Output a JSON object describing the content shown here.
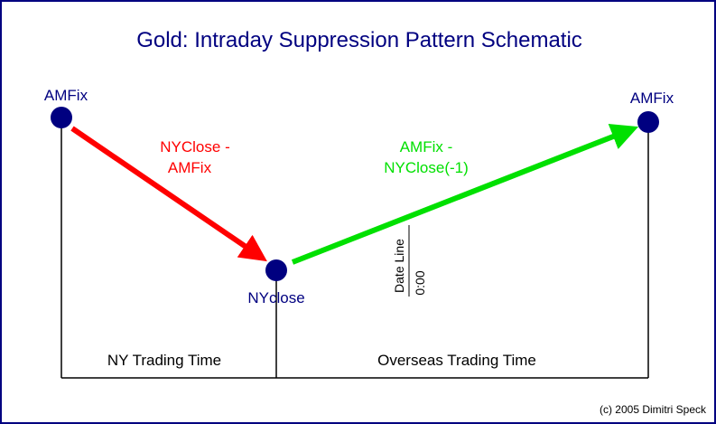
{
  "title": "Gold: Intraday Suppression Pattern Schematic",
  "nodes": {
    "amfix_left": "AMFix",
    "nyclose": "NYclose",
    "amfix_right": "AMFix"
  },
  "arrows": {
    "red_line1": "NYClose -",
    "red_line2": "AMFix",
    "green_line1": "AMFix -",
    "green_line2": "NYClose(-1)"
  },
  "date_line": {
    "label": "Date Line",
    "time": "0:00"
  },
  "periods": {
    "ny": "NY Trading Time",
    "overseas": "Overseas Trading Time"
  },
  "copyright": "(c) 2005 Dimitri Speck",
  "colors": {
    "navy": "#000080",
    "red": "#ff0000",
    "green": "#00e000",
    "node": "#000080"
  }
}
